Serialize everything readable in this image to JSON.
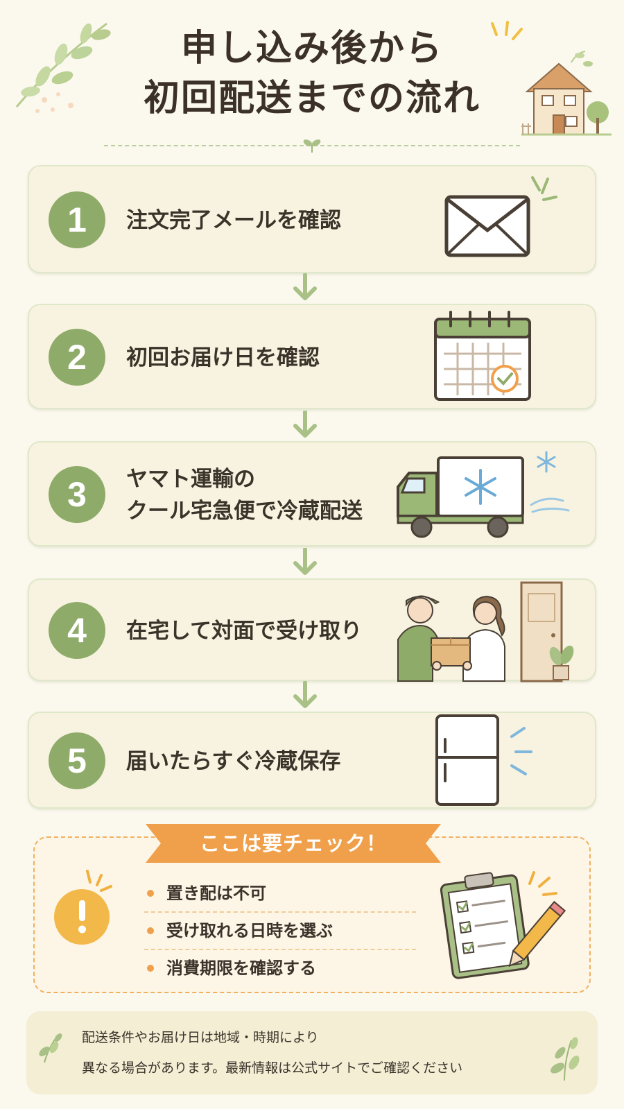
{
  "title": {
    "line1": "申し込み後から",
    "line2": "初回配送までの流れ"
  },
  "steps": [
    {
      "number": "1",
      "lines": [
        "注文完了メールを確認"
      ],
      "icon": "envelope-icon"
    },
    {
      "number": "2",
      "lines": [
        "初回お届け日を確認"
      ],
      "icon": "calendar-check-icon"
    },
    {
      "number": "3",
      "lines": [
        "ヤマト運輸の",
        "クール宅急便で冷蔵配送"
      ],
      "icon": "refrigerated-truck-icon"
    },
    {
      "number": "4",
      "lines": [
        "在宅して対面で受け取り"
      ],
      "icon": "handover-icon"
    },
    {
      "number": "5",
      "lines": [
        "届いたらすぐ冷蔵保存"
      ],
      "icon": "refrigerator-icon"
    }
  ],
  "check": {
    "banner": "ここは要チェック！",
    "items": [
      "置き配は不可",
      "受け取れる日時を選ぶ",
      "消費期限を確認する"
    ]
  },
  "note": {
    "line1": "配送条件やお届け日は地域・時期により",
    "line2": "異なる場合があります。最新情報は公式サイトでご確認ください"
  },
  "colors": {
    "background": "#fbf8ee",
    "step_fill": "#f8f3e0",
    "step_border": "#dfe8c8",
    "number_circle": "#8fab6a",
    "arrow": "#a9c187",
    "accent_orange": "#f0a04a",
    "warning_yellow": "#f3b84a",
    "snow_blue": "#7fb6dc"
  }
}
